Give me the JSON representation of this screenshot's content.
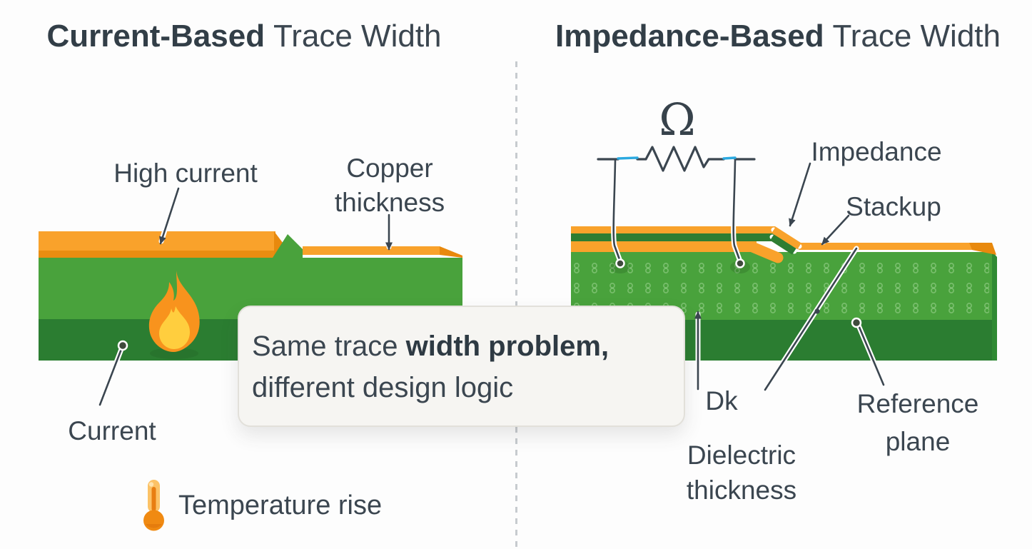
{
  "header": {
    "left_title_bold": "Current-Based",
    "left_title_rest": "Trace Width",
    "right_title_bold": "Impedance-Based",
    "right_title_rest": "Trace Width"
  },
  "left_diagram": {
    "high_current": "High current",
    "copper_thickness": "Copper thickness",
    "current": "Current",
    "temperature_rise": "Temperature rise",
    "icons": [
      "flame-icon",
      "thermometer-icon"
    ]
  },
  "right_diagram": {
    "omega": "Ω",
    "impedance": "Impedance",
    "stackup": "Stackup",
    "dk": "Dk",
    "dielectric_thickness": "Dielectric thickness",
    "reference_plane": "Reference plane",
    "icons": [
      "resistor-symbol"
    ]
  },
  "card": {
    "line1_normal": "Same trace",
    "line1_bold": "width problem,",
    "line2": "different design logic"
  },
  "colors": {
    "copper": "#F9A22B",
    "copper_dark": "#E8890D",
    "substrate": "#49A23C",
    "substrate_dark": "#2B7D31",
    "strip_green": "#2E7D32",
    "text": "#3B4650",
    "wire_blue": "#2BA9E0",
    "card_bg": "#F6F5F2",
    "card_border": "#E2E0DA",
    "divider": "#C7CBCF",
    "bg": "#FDFDFD"
  }
}
